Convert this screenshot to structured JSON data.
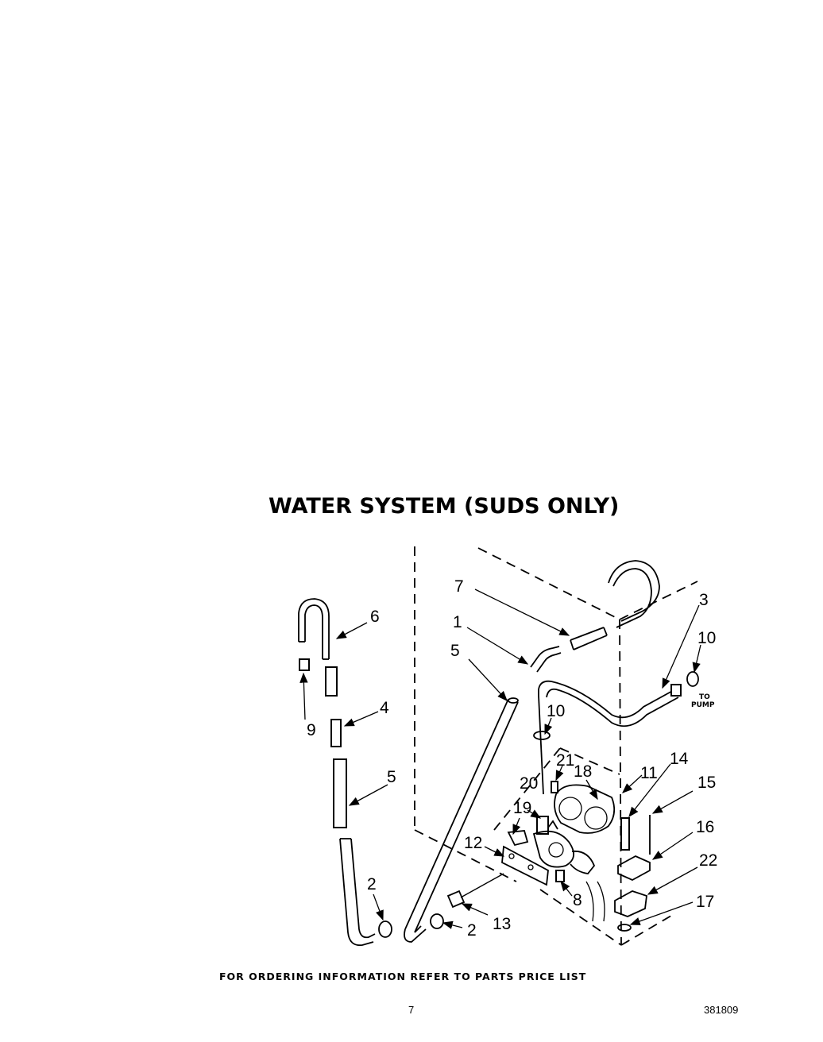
{
  "title": "WATER SYSTEM (SUDS ONLY)",
  "footer_note": "FOR ORDERING INFORMATION REFER TO PARTS PRICE LIST",
  "page_number": "7",
  "document_number": "381809",
  "callouts": {
    "c1": "1",
    "c2a": "2",
    "c2b": "2",
    "c3": "3",
    "c4": "4",
    "c5a": "5",
    "c5b": "5",
    "c6": "6",
    "c7": "7",
    "c8": "8",
    "c9": "9",
    "c10a": "10",
    "c10b": "10",
    "c11": "11",
    "c12": "12",
    "c13": "13",
    "c14": "14",
    "c15": "15",
    "c16": "16",
    "c17": "17",
    "c18": "18",
    "c19": "19",
    "c20": "20",
    "c21": "21",
    "c22": "22"
  },
  "to_pump_line1": "TO",
  "to_pump_line2": "PUMP"
}
